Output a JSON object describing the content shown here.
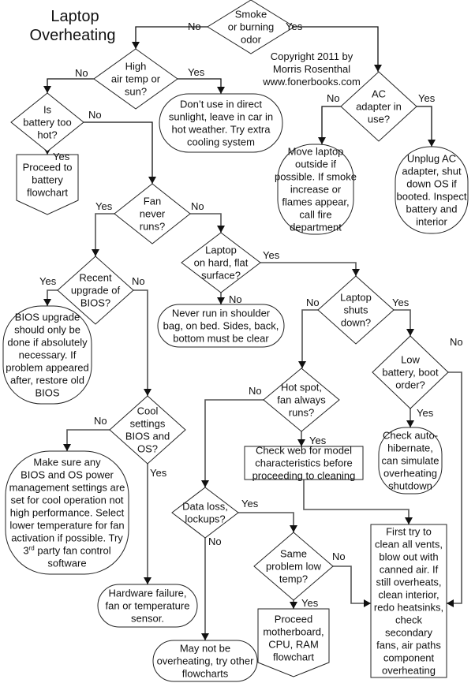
{
  "title": [
    "Laptop",
    "Overheating"
  ],
  "copyright": [
    "Copyright 2011  by",
    "Morris Rosenthal",
    "www.fonerbooks.com"
  ],
  "nodes": {
    "smoke": {
      "type": "decision",
      "lines": [
        "Smoke",
        "or burning",
        "odor"
      ]
    },
    "high_air": {
      "type": "decision",
      "lines": [
        "High",
        "air temp or",
        "sun?"
      ]
    },
    "dont_use": {
      "type": "terminal",
      "lines": [
        "Don’t use in direct",
        "sunlight, leave in car in",
        "hot weather. Try extra",
        "cooling system"
      ]
    },
    "ac_adapter": {
      "type": "decision",
      "lines": [
        "AC",
        "adapter in",
        "use?"
      ]
    },
    "move_laptop": {
      "type": "terminal",
      "lines": [
        "Move laptop",
        "outside if",
        "possible. If smoke",
        "increase or",
        "flames appear,",
        "call fire",
        "department"
      ]
    },
    "unplug_ac": {
      "type": "terminal",
      "lines": [
        "Unplug AC",
        "adapter, shut",
        "down OS if",
        "booted. Inspect",
        "battery and",
        "interior"
      ]
    },
    "battery_hot": {
      "type": "decision",
      "lines": [
        "Is",
        "battery too",
        "hot?"
      ]
    },
    "battery_flow": {
      "type": "offpage",
      "lines": [
        "Proceed to",
        "battery",
        "flowchart"
      ]
    },
    "fan_never": {
      "type": "decision",
      "lines": [
        "Fan",
        "never",
        "runs?"
      ]
    },
    "hard_flat": {
      "type": "decision",
      "lines": [
        "Laptop",
        "on hard, flat",
        "surface?"
      ]
    },
    "never_run": {
      "type": "terminal",
      "lines": [
        "Never run in shoulder",
        "bag, on bed. Sides, back,",
        "bottom must be clear"
      ]
    },
    "recent_bios": {
      "type": "decision",
      "lines": [
        "Recent",
        "upgrade of",
        "BIOS?"
      ]
    },
    "bios_upgrade": {
      "type": "terminal",
      "lines": [
        "BIOS upgrade",
        "should only be",
        "done if absolutely",
        "necessary. If",
        "problem appeared",
        "after, restore old",
        "BIOS"
      ]
    },
    "shuts_down": {
      "type": "decision",
      "lines": [
        "Laptop",
        "shuts",
        "down?"
      ]
    },
    "low_battery": {
      "type": "decision",
      "lines": [
        "Low",
        "battery, boot",
        "order?"
      ]
    },
    "check_auto": {
      "type": "terminal",
      "lines": [
        "Check auto-",
        "hibernate,",
        "can simulate",
        "overheating",
        "shutdown"
      ]
    },
    "hot_spot": {
      "type": "decision",
      "lines": [
        "Hot spot,",
        "fan always",
        "runs?"
      ]
    },
    "check_web": {
      "type": "process",
      "lines": [
        "Check web for model",
        "characteristics before",
        "proceeding to cleaning"
      ]
    },
    "cool_settings": {
      "type": "decision",
      "lines": [
        "Cool",
        "settings",
        "BIOS and",
        "OS?"
      ]
    },
    "make_sure": {
      "type": "terminal",
      "lines": [
        "Make sure any",
        "BIOS and OS power",
        "management settings are",
        "set for cool operation not",
        "high performance. Select",
        "lower temperature for fan",
        "activation if possible. Try",
        "3rd party fan control",
        "software"
      ]
    },
    "data_loss": {
      "type": "decision",
      "lines": [
        "Data loss,",
        "lockups?"
      ]
    },
    "same_problem": {
      "type": "decision",
      "lines": [
        "Same",
        "problem low",
        "temp?"
      ]
    },
    "first_try": {
      "type": "process",
      "lines": [
        "First try to",
        "clean all vents,",
        "blow out with",
        "canned  air. If",
        "still overheats,",
        "clean interior,",
        "redo heatsinks,",
        "check",
        "secondary",
        "fans, air paths",
        "component",
        "overheating"
      ]
    },
    "hardware_failure": {
      "type": "terminal",
      "lines": [
        "Hardware failure,",
        "fan or temperature",
        "sensor."
      ]
    },
    "may_not": {
      "type": "terminal",
      "lines": [
        "May not be",
        "overheating, try other",
        "flowcharts"
      ]
    },
    "proceed_mb": {
      "type": "offpage",
      "lines": [
        "Proceed",
        "motherboard,",
        "CPU, RAM",
        "flowchart"
      ]
    }
  },
  "edge_labels": {
    "smoke_no": "No",
    "smoke_yes": "Yes",
    "high_no": "No",
    "high_yes": "Yes",
    "ac_no": "No",
    "ac_yes": "Yes",
    "batt_no": "No",
    "batt_yes": "Yes",
    "fan_yes": "Yes",
    "fan_no": "No",
    "flat_yes": "Yes",
    "flat_no": "No",
    "bios_yes": "Yes",
    "bios_no": "No",
    "shuts_no": "No",
    "shuts_yes": "Yes",
    "lowbatt_no": "No",
    "lowbatt_yes": "Yes",
    "hot_no": "No",
    "hot_yes": "Yes",
    "cool_no": "No",
    "cool_yes": "Yes",
    "data_yes": "Yes",
    "data_no": "No",
    "same_no": "No",
    "same_yes": "Yes"
  }
}
